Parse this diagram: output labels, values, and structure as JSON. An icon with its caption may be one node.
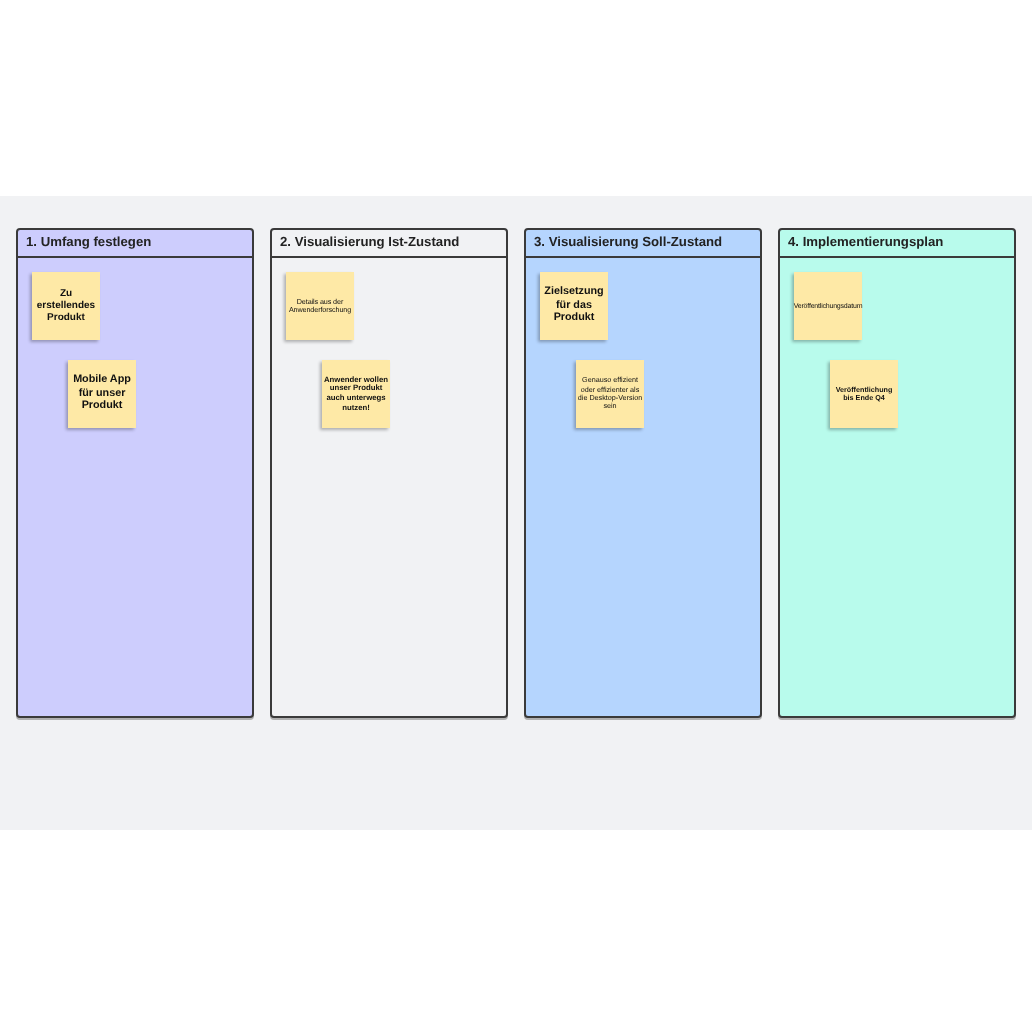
{
  "diagram": {
    "nodes": [
      {
        "text": [
          "1. Umfang festlegen"
        ]
      },
      {
        "text": [
          "Zu erstellendes Produkt"
        ],
        "in": 0
      },
      {
        "text": [
          "Mobile App für unser Produkt"
        ],
        "in": 0
      },
      {
        "text": [
          "2. Visualisierung Ist-Zustand"
        ]
      },
      {
        "text": [
          "Details aus der Anwenderforschung"
        ],
        "in": 3
      },
      {
        "text": [
          "Anwender wollen unser Produkt auch unterwegs nutzen!"
        ],
        "in": 3
      },
      {
        "text": [
          "3. Visualisierung Soll-Zustand"
        ]
      },
      {
        "text": [
          "Zielsetzung für das Produkt"
        ],
        "in": 6
      },
      {
        "text": [
          "Genauso effizient oder effizienter als die Desktop-Version sein"
        ],
        "in": 6
      },
      {
        "text": [
          "4. Implementierungsplan"
        ]
      },
      {
        "text": [
          "Veröffentlichungsdatum"
        ],
        "in": 9
      },
      {
        "text": [
          "Veröffentlichung bis Ende Q4"
        ],
        "in": 9
      }
    ]
  }
}
